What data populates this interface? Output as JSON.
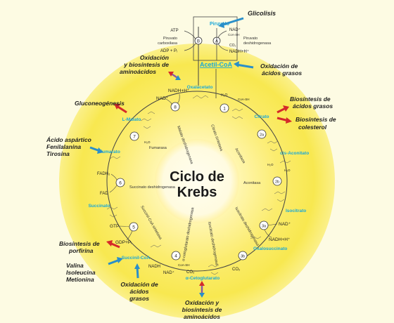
{
  "title": {
    "line1": "Ciclo de",
    "line2": "Krebs"
  },
  "colors": {
    "background": "#fdfbe3",
    "ring": "#f7ea58",
    "center": "#fffbe0",
    "metabolite": "#1aa8d8",
    "in_arrow": "#2a8fc9",
    "out_arrow": "#d42a2a",
    "text": "#222222"
  },
  "top": {
    "piruvato": "Piruvato",
    "acetil_coa": "Acetil-CoA",
    "piruvato_carboxilasa": [
      "Piruvato",
      "carboxilasa"
    ],
    "piruvato_deshidrogenasa": [
      "Piruvato",
      "deshidrogenasa"
    ],
    "atp": "ATP",
    "adp_pi": "ADP + Pᵢ",
    "nad_plus": "NAD⁺",
    "coash": "CoA-SH",
    "co2": "CO₂",
    "nadh": "NADH+H⁺",
    "step_b": "B",
    "step_a": "A"
  },
  "metabolites": {
    "oxalacetato": "Oxalacetato",
    "citrato": "Citrato",
    "cis_aconitato": "cis-Aconitato",
    "isocitrato": "Isocitrato",
    "oxalosuccinato": "Oxalosuccinato",
    "a_cetoglutarato": "α-Cetoglutarato",
    "succinil_coa": "Succinil-CoA",
    "succinato": "Succinato",
    "fumarato": "Fumarato",
    "l_malato": "L-Malato"
  },
  "enzymes": {
    "malato_deshidrogenasa": "Malato deshidrogenasa",
    "citrato_sintetasa": "Citrato sintetasa",
    "aconitasa1": "Aconitasa",
    "aconitasa2": "Aconitasa",
    "isocitrato_dh1": "Isocitrato deshidrogenasa",
    "isocitrato_dh2": "Isocitrato deshidrogenasa",
    "cetoglutarato_dh": "α-cetoglutarato deshidrogenasa",
    "succinil_coa_sintetasa": "Succinil-CoA sintetasa",
    "succinato_dh": "Succinato deshidrogenasa",
    "fumarasa": "Fumarasa"
  },
  "steps": [
    "1",
    "2a",
    "2b",
    "3a",
    "3b",
    "4",
    "5",
    "6",
    "7",
    "8"
  ],
  "cofactors": {
    "nadh_8": "NADH+H⁺",
    "nad_8": "NAD⁺",
    "h2o_1": "H₂O",
    "coash_1": "CoA-SH",
    "h2o_2a": "H₂O",
    "h2o_2b": "H₂O",
    "nad_3a": "NAD⁺",
    "nadh_3a": "NADH+H⁺",
    "co2_3b": "CO₂",
    "co2_4": "CO₂",
    "nadh_4": "NADH",
    "nad_4": "NAD⁺",
    "coash_4": "CoA-SH",
    "gtp_5": "GTP",
    "gdp_5": "GDP+Pᵢ",
    "fadh2_6": "FADH₂",
    "fad_6": "FAD",
    "h2o_7": "H₂O"
  },
  "external": {
    "glicolisis": "Glicolisis",
    "ox_bio_amino_top": [
      "Oxidación",
      "y biosíntesis de",
      "aminoácidos"
    ],
    "ox_acidos_grasos_top": [
      "Oxidación de",
      "ácidos grasos"
    ],
    "gluconeogenesis": "Gluconeogénesis",
    "bio_acidos_grasos": [
      "Biosíntesis de",
      "ácidos grasos"
    ],
    "bio_colesterol": [
      "Biosíntesis de",
      "colesterol"
    ],
    "asp_phe_tyr": [
      "Ácido aspártico",
      "Fenilalanina",
      "Tirosina"
    ],
    "bio_porfirina": [
      "Biosíntesis de",
      "porfirina"
    ],
    "val_ile_met": [
      "Valina",
      "Isoleucina",
      "Metionina"
    ],
    "ox_acidos_grasos_bottom": [
      "Oxidación de",
      "ácidos",
      "grasos"
    ],
    "ox_bio_amino_bottom": [
      "Oxidación y",
      "biosíntesis de",
      "aminoácidos"
    ]
  }
}
